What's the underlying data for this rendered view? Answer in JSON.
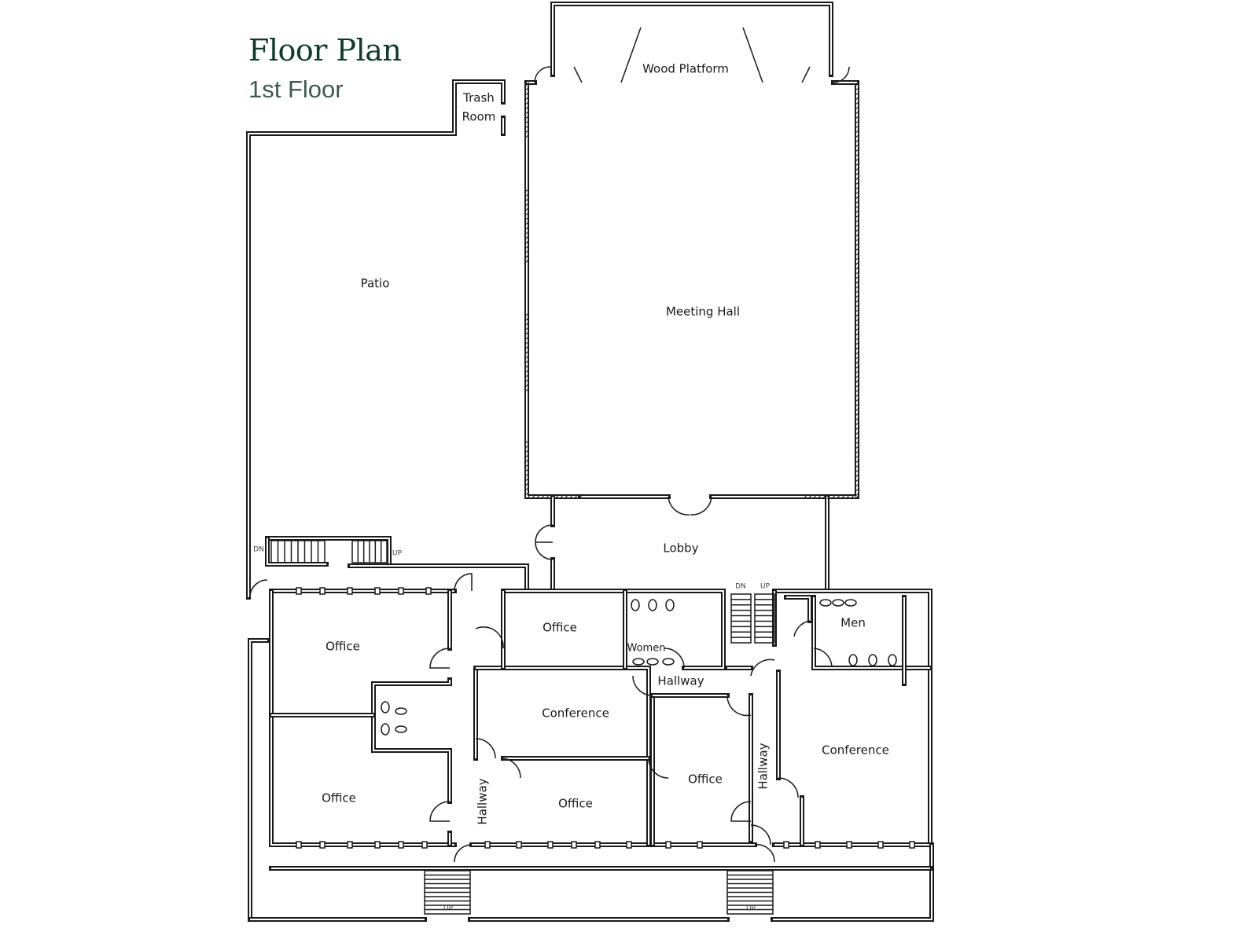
{
  "header": {
    "title": "Floor Plan",
    "subtitle": "1st Floor"
  },
  "colors": {
    "title": "#0f3b2c",
    "subtitle": "#3d5a52",
    "walls": "#1a1a1a"
  },
  "rooms": {
    "trash_line1": "Trash",
    "trash_line2": "Room",
    "wood_platform": "Wood Platform",
    "patio": "Patio",
    "meeting_hall": "Meeting Hall",
    "lobby": "Lobby",
    "office_nw": "Office",
    "office_n": "Office",
    "women": "Women",
    "men": "Men",
    "hallway_center": "Hallway",
    "conference_center": "Conference",
    "conference_east": "Conference",
    "office_sw": "Office",
    "office_s": "Office",
    "office_se": "Office",
    "hallway_west": "Hallway",
    "hallway_east": "Hallway"
  },
  "stairs": {
    "west_dn": "DN",
    "west_up": "UP",
    "center_dn": "DN",
    "center_up": "UP",
    "south_west_up": "UP",
    "south_east_up": "UP"
  }
}
